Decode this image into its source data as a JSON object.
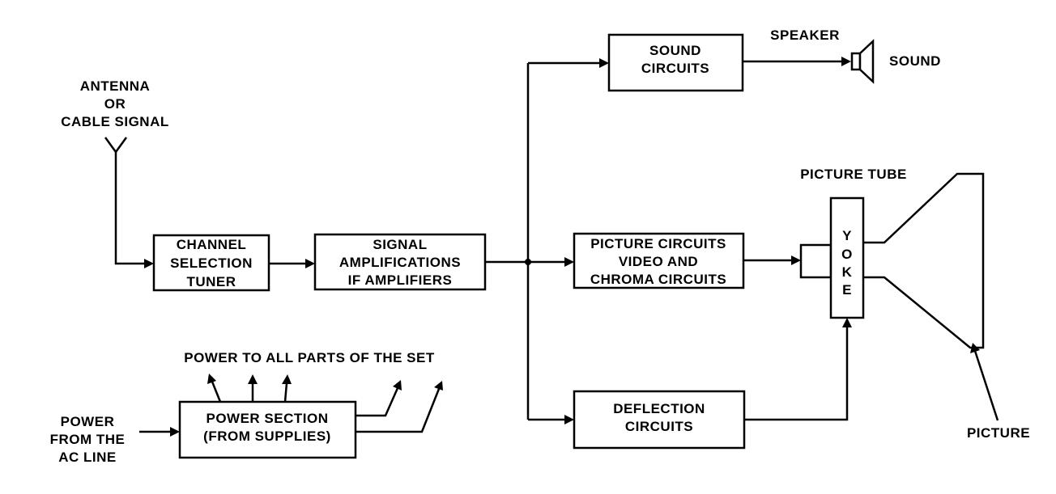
{
  "diagram": {
    "antenna_label": [
      "ANTENNA",
      "OR",
      "CABLE SIGNAL"
    ],
    "tuner": [
      "CHANNEL",
      "SELECTION",
      "TUNER"
    ],
    "if_amp": [
      "SIGNAL",
      "AMPLIFICATIONS",
      "IF AMPLIFIERS"
    ],
    "sound_circuits": [
      "SOUND",
      "CIRCUITS"
    ],
    "picture_circuits": [
      "PICTURE CIRCUITS",
      "VIDEO AND",
      "CHROMA CIRCUITS"
    ],
    "deflection": [
      "DEFLECTION",
      "CIRCUITS"
    ],
    "speaker_label": "SPEAKER",
    "sound_label": "SOUND",
    "picture_tube_label": "PICTURE TUBE",
    "yoke_letters": [
      "Y",
      "O",
      "K",
      "E"
    ],
    "picture_label": "PICTURE",
    "power_to_all": "POWER TO ALL PARTS OF THE SET",
    "power_section": [
      "POWER SECTION",
      "(FROM SUPPLIES)"
    ],
    "power_from": [
      "POWER",
      "FROM THE",
      "AC LINE"
    ]
  }
}
